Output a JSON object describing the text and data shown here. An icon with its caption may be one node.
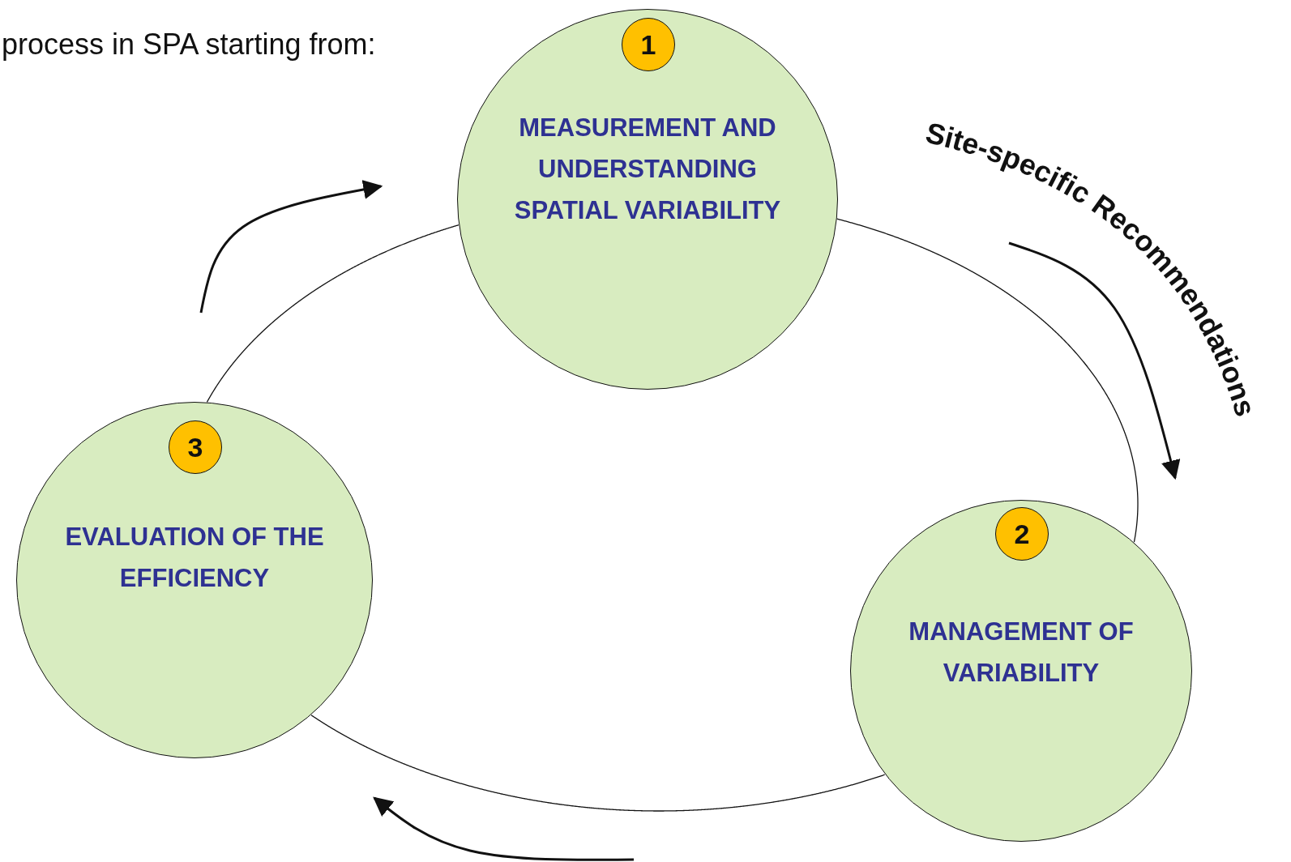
{
  "diagram": {
    "title": "process in SPA starting from:",
    "nodes": [
      {
        "text": [
          "1",
          "MEASUREMENT AND UNDERSTANDING SPATIAL VARIABILITY"
        ]
      },
      {
        "text": [
          "2",
          "MANAGEMENT OF VARIABILITY"
        ]
      },
      {
        "text": [
          "3",
          "EVALUATION OF THE EFFICIENCY"
        ]
      }
    ],
    "edges": [
      {
        "from": 0,
        "to": 1,
        "arrow": "none"
      },
      {
        "from": 1,
        "to": 2,
        "arrow": "none"
      },
      {
        "from": 2,
        "to": 0,
        "arrow": "none"
      }
    ],
    "labels": [
      "Site-specific Recommendations"
    ]
  }
}
